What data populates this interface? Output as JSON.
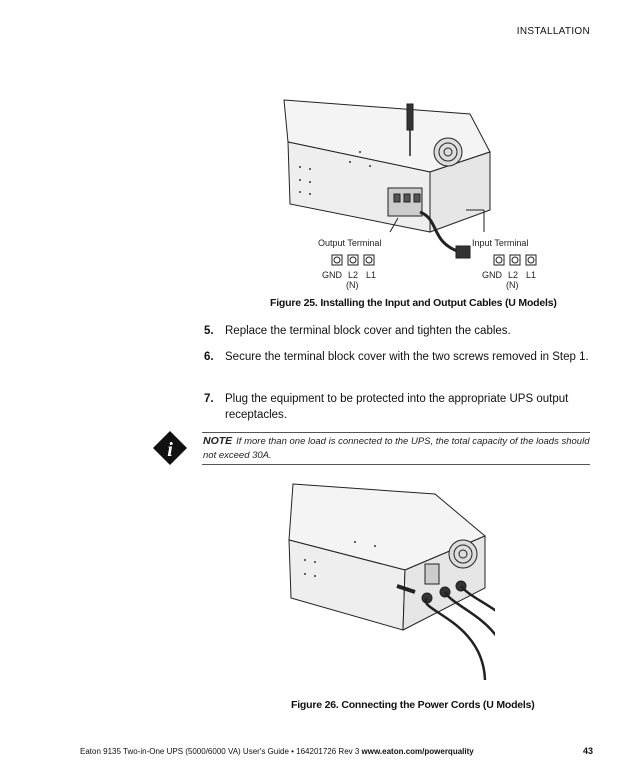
{
  "header": {
    "section": "INSTALLATION"
  },
  "figure1": {
    "output_label": "Output Terminal",
    "input_label": "Input Terminal",
    "output_terms": [
      "GND",
      "L2",
      "L1"
    ],
    "input_terms": [
      "GND",
      "L2",
      "L1"
    ],
    "neutral": "(N)",
    "caption": "Figure 25. Installing the Input and Output Cables (U Models)"
  },
  "steps": [
    {
      "num": "5.",
      "text": "Replace the terminal block cover and tighten the cables."
    },
    {
      "num": "6.",
      "text": "Secure the terminal block cover with the two screws removed in Step 1."
    },
    {
      "num": "7.",
      "text": "Plug the equipment to be protected into the appropriate UPS output receptacles."
    }
  ],
  "note": {
    "label": "NOTE",
    "text": "If more than one load is connected to the UPS, the total capacity of the loads should not exceed 30A."
  },
  "figure2": {
    "caption": "Figure 26. Connecting the Power Cords (U Models)"
  },
  "footer": {
    "text": "Eaton 9135 Two-in-One UPS (5000/6000 VA) User's Guide  •  164201726 Rev 3 ",
    "url": "www.eaton.com/powerquality",
    "page": "43"
  }
}
